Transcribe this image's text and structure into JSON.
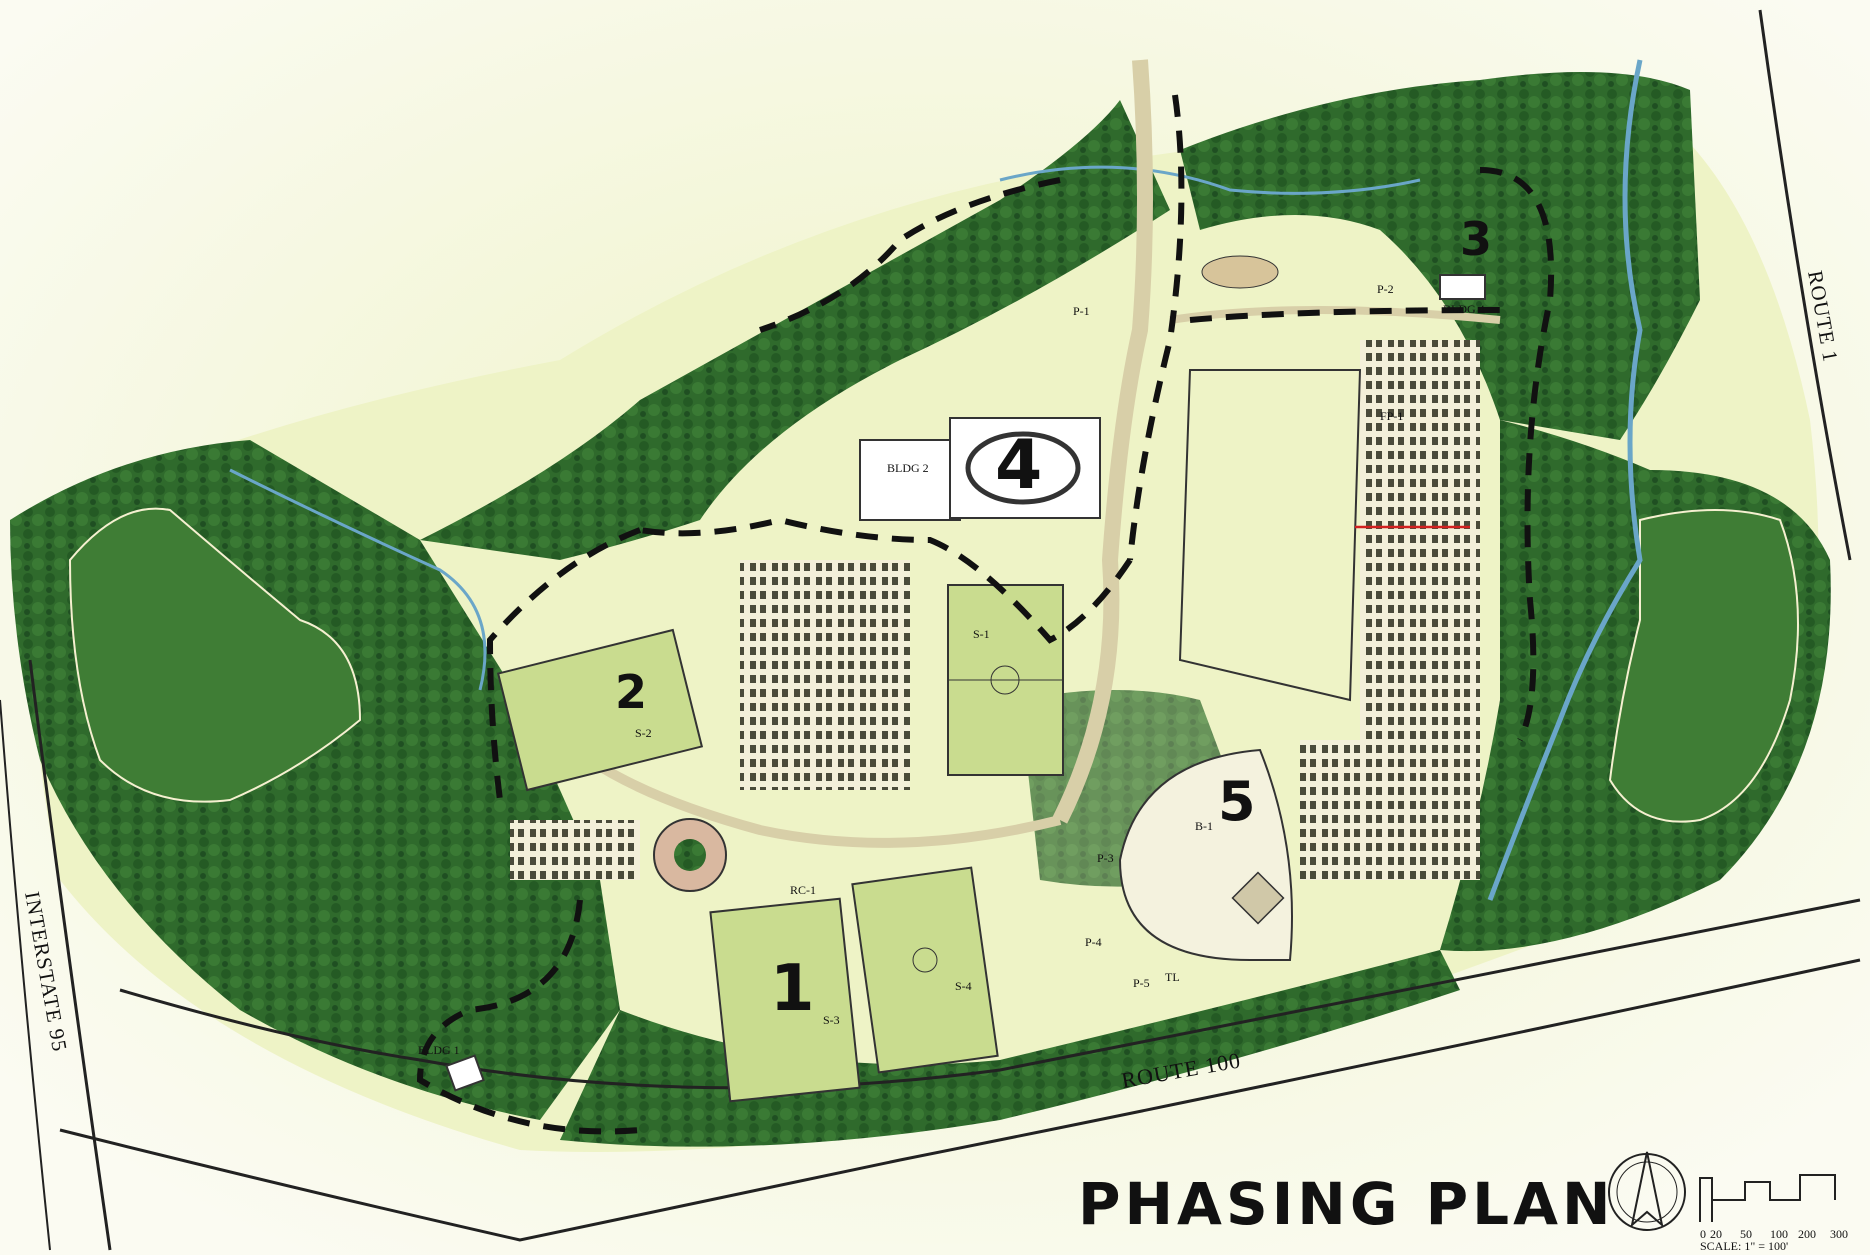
{
  "title": "PHASING PLAN",
  "roads": {
    "route1": "ROUTE 1",
    "route100": "ROUTE 100",
    "interstate95": "INTERSTATE 95"
  },
  "phases": [
    "1",
    "2",
    "3",
    "4",
    "5"
  ],
  "tags": {
    "bldg1": "BLDG 1",
    "bldg2": "BLDG 2",
    "bldg4": "BLDG 4",
    "p1": "P-1",
    "p2": "P-2",
    "p3": "P-3",
    "p4": "P-4",
    "p5": "P-5",
    "fp1": "FP-1",
    "rc1": "RC-1",
    "tl": "TL",
    "s1": "S-1",
    "s2": "S-2",
    "s3": "S-3",
    "s4": "S-4",
    "b1": "B-1"
  },
  "scale": {
    "ticks": [
      "0",
      "20",
      "50",
      "100",
      "200",
      "300"
    ],
    "note": "SCALE: 1\" = 100'"
  },
  "colors": {
    "forest": "#2f6a2c",
    "forest_dark": "#1f4f22",
    "meadow": "#eef3c6",
    "field": "#c9dc8f",
    "pavement": "#f3efd9",
    "stream": "#6aa6c8",
    "phase_line": "#111111"
  }
}
